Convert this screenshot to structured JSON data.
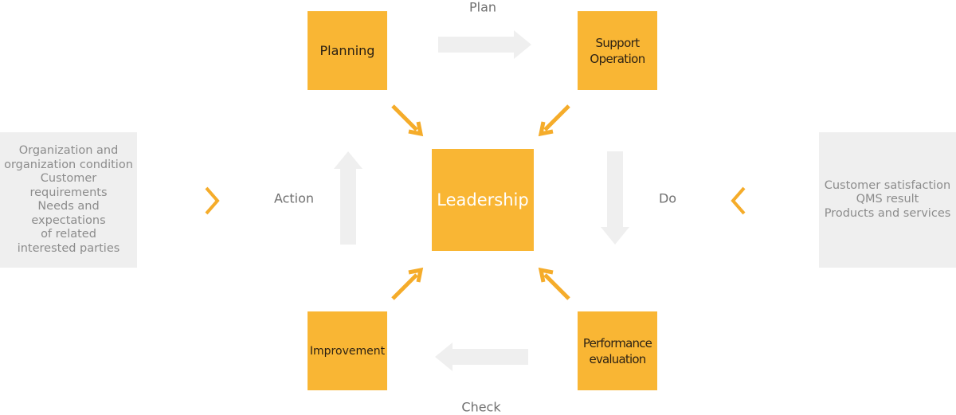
{
  "diagram": {
    "center": {
      "label": "Leadership"
    },
    "steps": {
      "planning": "Planning",
      "support": "Support\nOperation",
      "improvement": "Improvement",
      "performance": "Performance\nevaluation"
    },
    "phases": {
      "plan": "Plan",
      "do": "Do",
      "check": "Check",
      "action": "Action"
    },
    "inputs": "Organization and\norganization condition\nCustomer requirements\nNeeds and expectations\nof related\ninterested parties",
    "outputs": "Customer satisfaction\nQMS result\nProducts and services",
    "colors": {
      "box": "#f9b634",
      "accent": "#f5ac2a",
      "flow_arrow": "#efefef",
      "side_panel": "#efefef"
    }
  }
}
